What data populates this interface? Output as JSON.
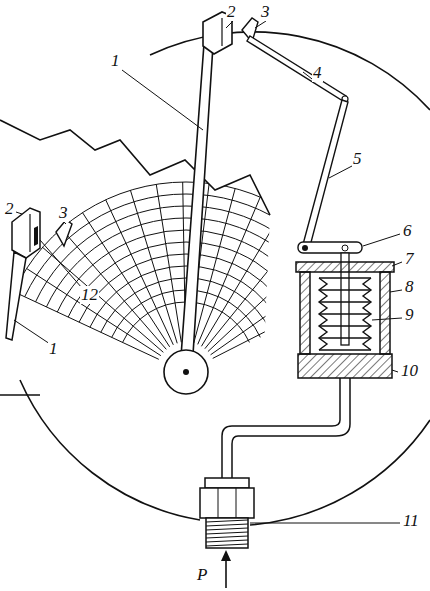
{
  "diagram": {
    "labels": [
      "2",
      "3",
      "1",
      "4",
      "5",
      "6",
      "7",
      "8",
      "9",
      "10",
      "11",
      "2",
      "3",
      "12",
      "1",
      "P"
    ]
  }
}
